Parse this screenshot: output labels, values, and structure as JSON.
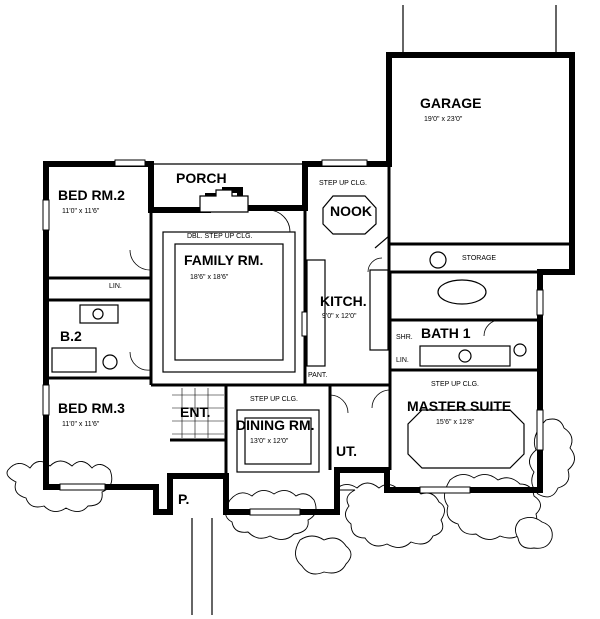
{
  "rooms": {
    "garage": {
      "name": "GARAGE",
      "dim": "19'0\" x 23'0\""
    },
    "storage": {
      "name": "STORAGE"
    },
    "porch": {
      "name": "PORCH"
    },
    "bed2": {
      "name": "BED RM.2",
      "dim": "11'0\" x 11'6\""
    },
    "nook": {
      "name": "NOOK",
      "note": "STEP UP CLG."
    },
    "family": {
      "name": "FAMILY RM.",
      "dim": "18'6\" x 18'6\"",
      "note": "DBL. STEP UP CLG."
    },
    "lin1": {
      "name": "LIN."
    },
    "b2": {
      "name": "B.2"
    },
    "kitch": {
      "name": "KITCH.",
      "dim": "9'0\" x 12'0\""
    },
    "shr": {
      "name": "SHR."
    },
    "bath1": {
      "name": "BATH 1"
    },
    "lin2": {
      "name": "LIN."
    },
    "pant": {
      "name": "PANT."
    },
    "bed3": {
      "name": "BED RM.3",
      "dim": "11'0\" x 11'6\""
    },
    "ent": {
      "name": "ENT."
    },
    "dining": {
      "name": "DINING RM.",
      "dim": "13'0\" x 12'0\"",
      "note": "STEP UP CLG."
    },
    "master": {
      "name": "MASTER SUITE",
      "dim": "15'6\" x 12'8\"",
      "note": "STEP UP CLG."
    },
    "ut": {
      "name": "UT."
    },
    "p": {
      "name": "P."
    }
  }
}
